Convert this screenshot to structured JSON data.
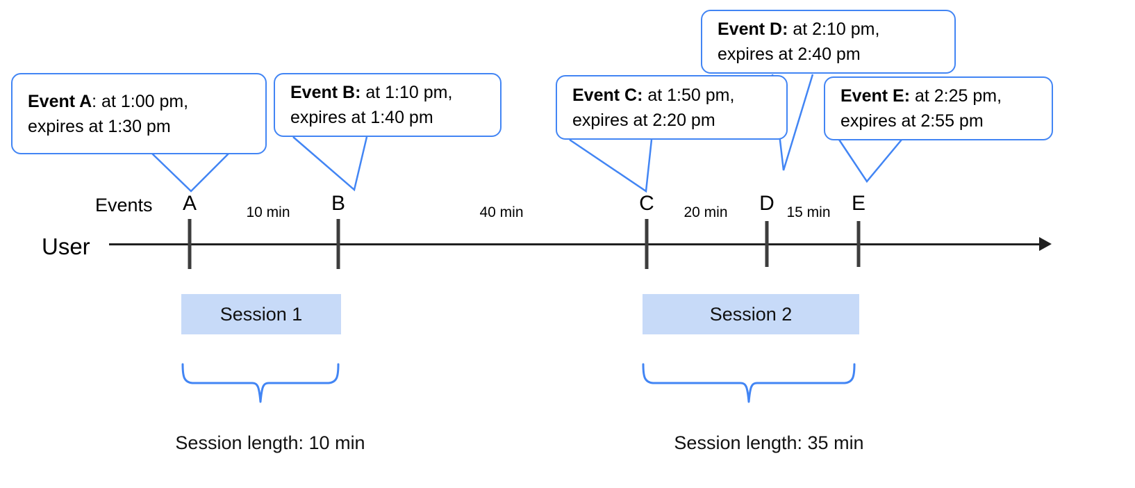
{
  "diagram": {
    "title": "User session timeline with expiring events",
    "accent_blue": "#4285f4",
    "session_fill": "#c7daf8",
    "axis_color": "#202020"
  },
  "axis": {
    "events_row_label": "Events",
    "user_row_label": "User"
  },
  "callouts": [
    {
      "id": "A",
      "bold": "Event A",
      "rest": ": at 1:00 pm,",
      "line2": "expires at 1:30 pm"
    },
    {
      "id": "B",
      "bold": "Event B:",
      "rest": " at 1:10 pm,",
      "line2": "expires at 1:40 pm"
    },
    {
      "id": "C",
      "bold": "Event C:",
      "rest": " at 1:50 pm,",
      "line2": "expires at 2:20 pm"
    },
    {
      "id": "D",
      "bold": "Event D:",
      "rest": " at 2:10 pm,",
      "line2": "expires at 2:40 pm"
    },
    {
      "id": "E",
      "bold": "Event E:",
      "rest": " at 2:25 pm,",
      "line2": "expires at 2:55 pm"
    }
  ],
  "ticks": [
    {
      "letter": "A"
    },
    {
      "letter": "B"
    },
    {
      "letter": "C"
    },
    {
      "letter": "D"
    },
    {
      "letter": "E"
    }
  ],
  "gaps": [
    {
      "label": "10 min"
    },
    {
      "label": "40 min"
    },
    {
      "label": "20 min"
    },
    {
      "label": "15 min"
    }
  ],
  "sessions": [
    {
      "name": "Session 1",
      "length_label": "Session length: 10 min"
    },
    {
      "name": "Session 2",
      "length_label": "Session length: 35 min"
    }
  ],
  "chart_data": {
    "type": "timeline",
    "title": "User session timeline with expiring events",
    "xlabel": "",
    "ylabel": "",
    "events": [
      {
        "id": "A",
        "time": "1:00 pm",
        "expires": "1:30 pm",
        "session": "Session 1"
      },
      {
        "id": "B",
        "time": "1:10 pm",
        "expires": "1:40 pm",
        "session": "Session 1"
      },
      {
        "id": "C",
        "time": "1:50 pm",
        "expires": "2:20 pm",
        "session": "Session 2"
      },
      {
        "id": "D",
        "time": "2:10 pm",
        "expires": "2:40 pm",
        "session": "Session 2"
      },
      {
        "id": "E",
        "time": "2:25 pm",
        "expires": "2:55 pm",
        "session": "Session 2"
      }
    ],
    "intervals": [
      {
        "from": "A",
        "to": "B",
        "label": "10 min",
        "minutes": 10
      },
      {
        "from": "B",
        "to": "C",
        "label": "40 min",
        "minutes": 40
      },
      {
        "from": "C",
        "to": "D",
        "label": "20 min",
        "minutes": 20
      },
      {
        "from": "D",
        "to": "E",
        "label": "15 min",
        "minutes": 15
      }
    ],
    "sessions": [
      {
        "name": "Session 1",
        "events": [
          "A",
          "B"
        ],
        "length_label": "Session length: 10 min",
        "minutes": 10
      },
      {
        "name": "Session 2",
        "events": [
          "C",
          "D",
          "E"
        ],
        "length_label": "Session length: 35 min",
        "minutes": 35
      }
    ]
  }
}
